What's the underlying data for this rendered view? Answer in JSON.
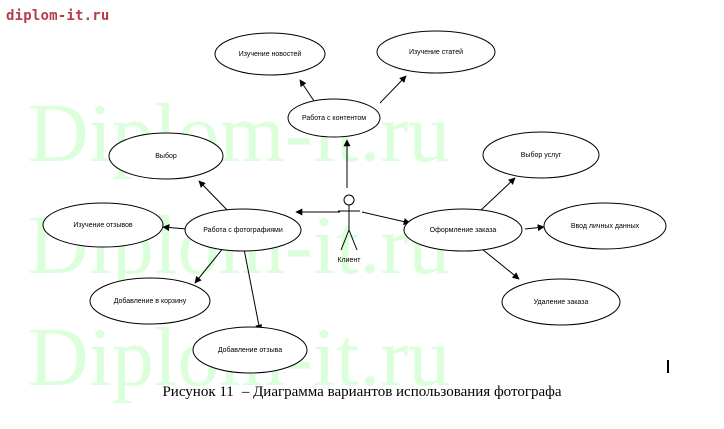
{
  "header": {
    "site": "diplom-it.ru"
  },
  "watermark": {
    "text": "Diplom-it.ru"
  },
  "diagram": {
    "actor": {
      "label": "Клиент"
    },
    "use_cases": {
      "content": "Работа с контентом",
      "news": "Изучение новостей",
      "articles": "Изучение статей",
      "photos": "Работа с фотографиями",
      "choice": "Выбор",
      "reviews": "Изучение отзывов",
      "add_cart": "Добавление в корзину",
      "add_review": "Добавление отзыва",
      "order": "Оформление заказа",
      "services": "Выбор услуг",
      "personal": "Ввод личных данных",
      "delete_order": "Удаление заказа"
    }
  },
  "caption": {
    "number": "Рисунок 11",
    "text": "– Диаграмма вариантов использования фотографа"
  }
}
